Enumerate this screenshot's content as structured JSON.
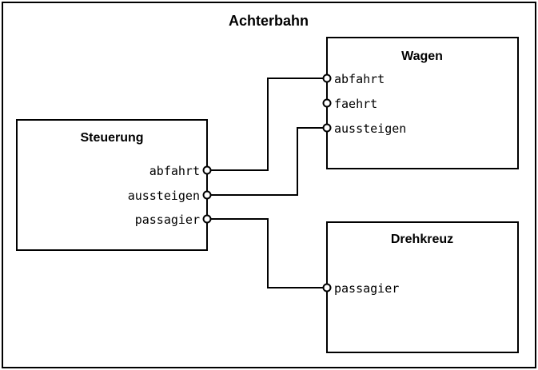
{
  "diagram": {
    "title": "Achterbahn",
    "components": {
      "wagen": {
        "title": "Wagen",
        "ports": [
          "abfahrt",
          "faehrt",
          "aussteigen"
        ]
      },
      "steuerung": {
        "title": "Steuerung",
        "ports": [
          "abfahrt",
          "aussteigen",
          "passagier"
        ]
      },
      "drehkreuz": {
        "title": "Drehkreuz",
        "ports": [
          "passagier"
        ]
      }
    },
    "connections": [
      {
        "from": "Steuerung.abfahrt",
        "to": "Wagen.abfahrt"
      },
      {
        "from": "Steuerung.aussteigen",
        "to": "Wagen.aussteigen"
      },
      {
        "from": "Steuerung.passagier",
        "to": "Drehkreuz.passagier"
      }
    ]
  }
}
